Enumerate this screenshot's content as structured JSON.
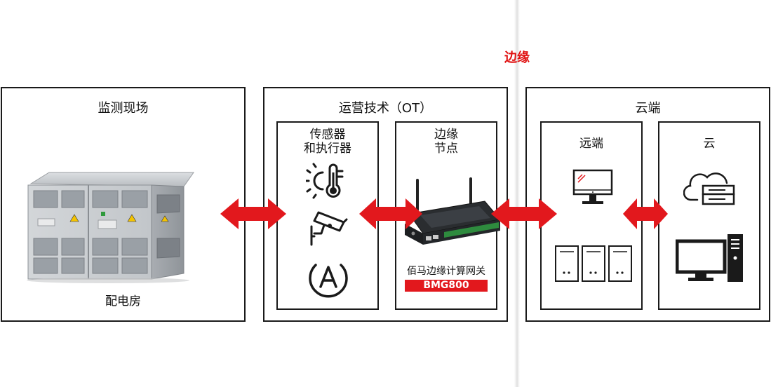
{
  "edge_label": "边缘",
  "panels": {
    "site": {
      "title": "监测现场",
      "caption": "配电房"
    },
    "ot": {
      "title": "运营技术（OT）",
      "sensors": {
        "line1": "传感器",
        "line2": "和执行器"
      },
      "edge_node": {
        "line1": "边缘",
        "line2": "节点",
        "product": "佰马边缘计算网关",
        "model": "BMG800"
      }
    },
    "cloud": {
      "title": "云端",
      "remote": {
        "label": "远端"
      },
      "cloud": {
        "label": "云"
      }
    }
  },
  "colors": {
    "accent_red": "#e2181d",
    "border": "#1a1a1a",
    "icon": "#1a1a1a"
  }
}
